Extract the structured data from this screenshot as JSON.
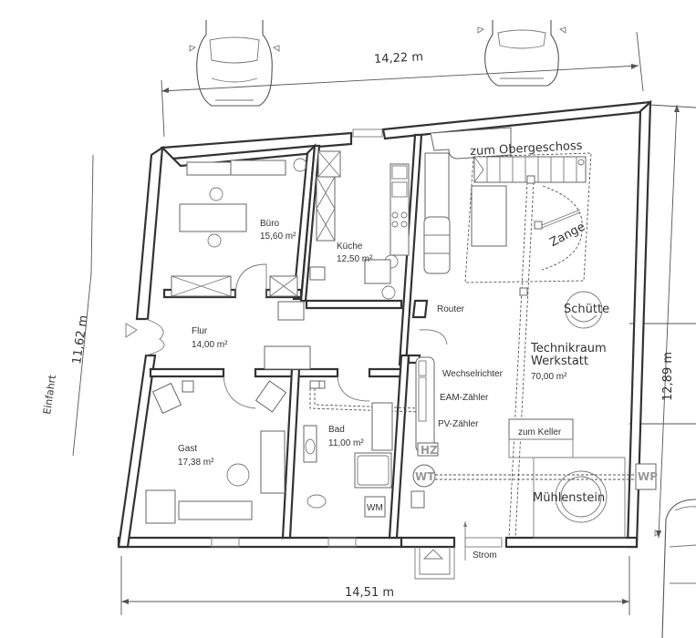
{
  "dimensions": {
    "top": "14,22 m",
    "bottom": "14,51 m",
    "left": "11,62 m",
    "right": "12,89 m"
  },
  "site_labels": {
    "driveway": "Einfahrt"
  },
  "rooms": {
    "buero": {
      "name": "Büro",
      "area": "15,60 m²"
    },
    "kueche": {
      "name": "Küche",
      "area": "12,50 m²"
    },
    "flur": {
      "name": "Flur",
      "area": "14,00 m²"
    },
    "gast": {
      "name": "Gast",
      "area": "17,38  m²"
    },
    "bad": {
      "name": "Bad",
      "area": "11,00  m²"
    },
    "technikraum": {
      "name_line1": "Technikraum",
      "name_line2": "Werkstatt",
      "area": "70,00 m²"
    }
  },
  "annotations": {
    "stairs_up": "zum Obergeschoss",
    "zange": "Zange",
    "schuette": "Schütte",
    "router": "Router",
    "wechselrichter": "Wechselrichter",
    "eam_zaehler": "EAM-Zähler",
    "pv_zaehler": "PV-Zähler",
    "zum_keller": "zum Keller",
    "hz": "HZ",
    "wt": "WT",
    "wp": "WP",
    "muehlenstein": "Mühlenstein",
    "wm": "WM",
    "strom": "Strom"
  },
  "colors": {
    "wall": "#333333",
    "furniture": "#666666",
    "text": "#333333",
    "equipment_label": "#999999"
  }
}
